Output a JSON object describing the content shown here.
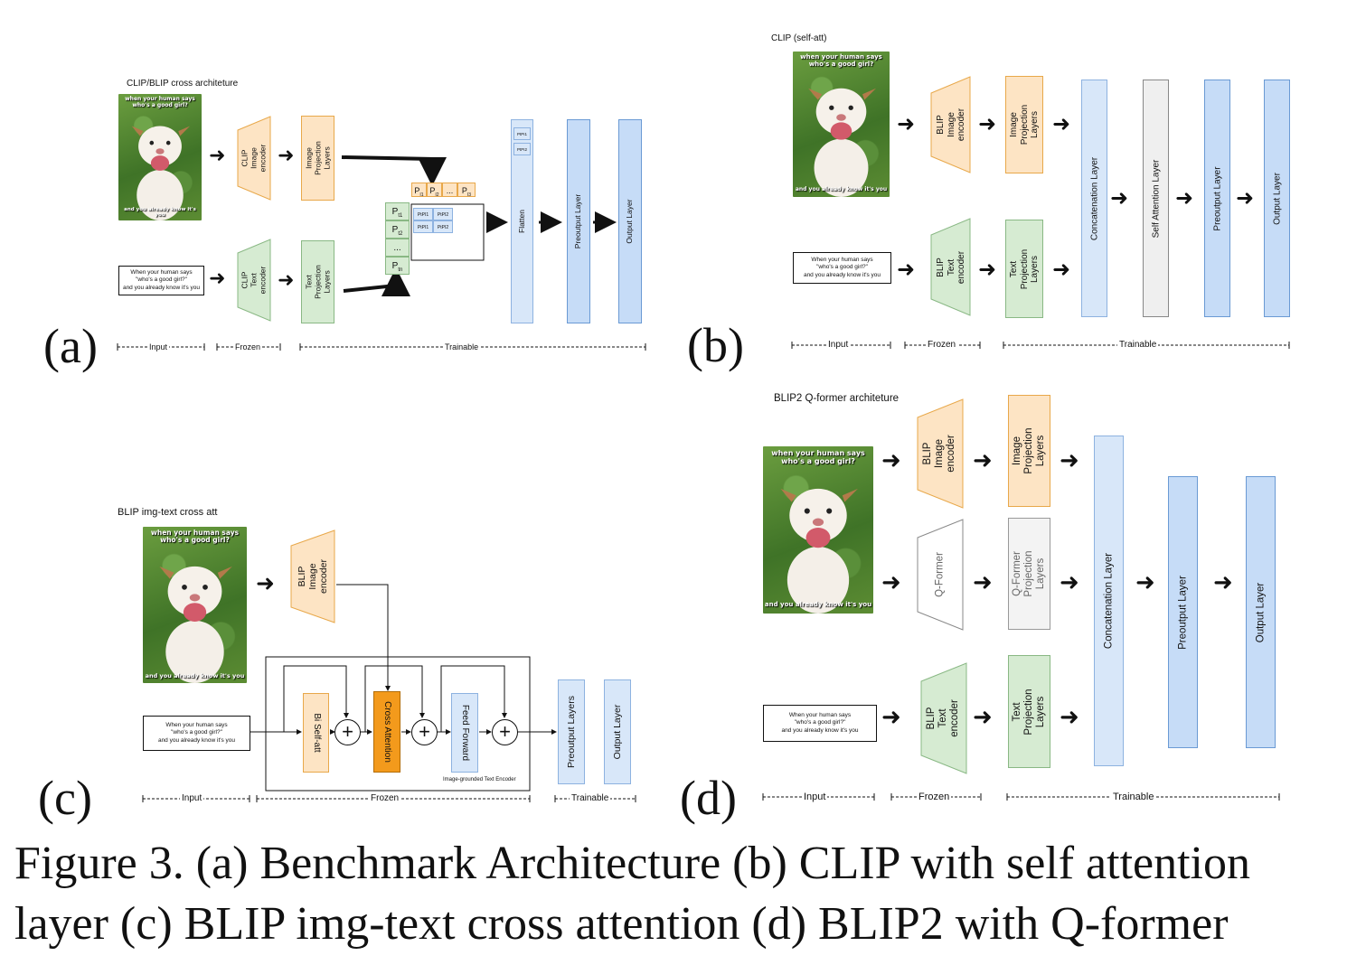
{
  "meme": {
    "top": "when your human says\nwho's a good girl?",
    "bottom": "and you already know it's you",
    "text_input": "When your human says\n\"who's a good girl?\"\nand you already know it's you"
  },
  "panel_a": {
    "label": "(a)",
    "title": "CLIP/BLIP cross architeture",
    "image_encoder": "CLIP Image\nencoder",
    "text_encoder": "CLIP Text\nencoder",
    "image_proj": "Image Projection\nLayers",
    "text_proj": "Text Projection\nLayers",
    "p_row": [
      "P",
      "P",
      "...",
      "P"
    ],
    "p_row_sub": [
      "I1",
      "I2",
      "",
      "I3"
    ],
    "p_col": [
      "P",
      "P",
      "...",
      "P"
    ],
    "p_col_sub": [
      "t1",
      "t2",
      "",
      "tn"
    ],
    "matrix_cells": [
      "PtPI1",
      "PtPI2",
      "PtPI1",
      "PtPI2"
    ],
    "flatten": "Flatten",
    "flatten_cells": [
      "PtPI1",
      "PtPI2"
    ],
    "preoutput": "Preoutput Layer",
    "output": "Output Layer",
    "legend": [
      "Input",
      "Frozen",
      "Trainable"
    ]
  },
  "panel_b": {
    "label": "(b)",
    "title": "CLIP (self-att)",
    "image_encoder": "BLIP Image\nencoder",
    "text_encoder": "BLIP Text\nencoder",
    "image_proj": "Image Projection\nLayers",
    "text_proj": "Text Projection\nLayers",
    "concat": "Concatenation Layer",
    "self_att": "Self Attention Layer",
    "preoutput": "Preoutput Layer",
    "output": "Output Layer",
    "legend": [
      "Input",
      "Frozen",
      "Trainable"
    ]
  },
  "panel_c": {
    "label": "(c)",
    "title": "BLIP img-text cross att",
    "image_encoder": "BLIP Image\nencoder",
    "bi_self_att": "Bi Self-att",
    "cross_attention": "Cross Attention",
    "feed_forward": "Feed Forward",
    "grounded": "Image-grounded Text Encoder",
    "preoutput": "Preoutput Layers",
    "output": "Output Layer",
    "plus": "+",
    "legend": [
      "Input",
      "Frozen",
      "Trainable"
    ]
  },
  "panel_d": {
    "label": "(d)",
    "title": "BLIP2 Q-former architeture",
    "image_encoder": "BLIP Image\nencoder",
    "qformer": "Q-Former",
    "text_encoder": "BLIP Text\nencoder",
    "image_proj": "Image Projection\nLayers",
    "qformer_proj": "Q-Former Projection\nLayers",
    "text_proj": "Text Projection\nLayers",
    "concat": "Concatenation Layer",
    "preoutput": "Preoutput Layer",
    "output": "Output Layer",
    "legend": [
      "Input",
      "Frozen",
      "Trainable"
    ]
  },
  "caption": {
    "line1": "Figure 3. (a) Benchmark Architecture (b) CLIP with self attention",
    "line2": "layer (c) BLIP img-text cross attention (d) BLIP2 with Q-former"
  },
  "colors": {
    "frozen_image": "#fde4c4",
    "frozen_text": "#d6ebd2",
    "trainable": "#c6dcf7",
    "cross_attention": "#f39a1c"
  }
}
